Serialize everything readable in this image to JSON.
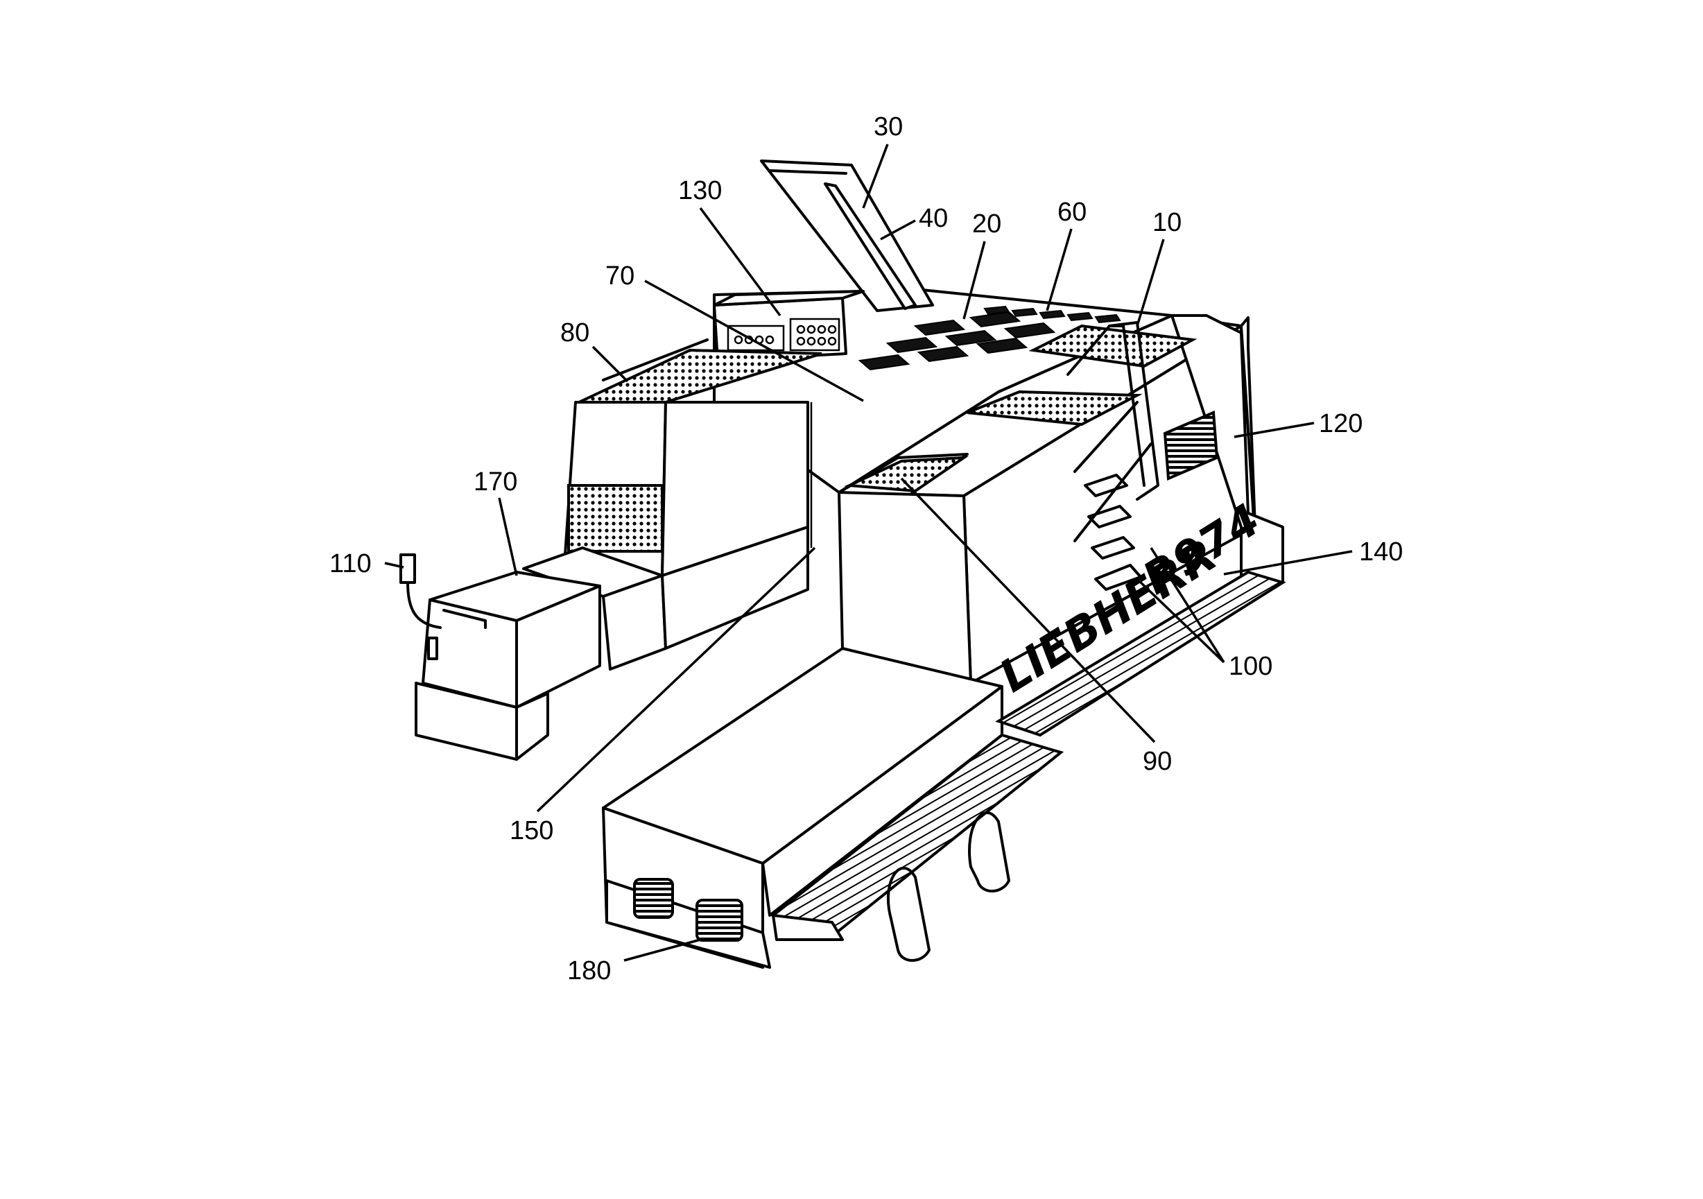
{
  "figure": {
    "logo_text": "LIEBHERR",
    "model_text": "R974",
    "reference_numerals": [
      {
        "id": "ref-30",
        "label": "30"
      },
      {
        "id": "ref-40",
        "label": "40"
      },
      {
        "id": "ref-130",
        "label": "130"
      },
      {
        "id": "ref-20",
        "label": "20"
      },
      {
        "id": "ref-60",
        "label": "60"
      },
      {
        "id": "ref-10",
        "label": "10"
      },
      {
        "id": "ref-70",
        "label": "70"
      },
      {
        "id": "ref-80",
        "label": "80"
      },
      {
        "id": "ref-120",
        "label": "120"
      },
      {
        "id": "ref-170",
        "label": "170"
      },
      {
        "id": "ref-140",
        "label": "140"
      },
      {
        "id": "ref-110",
        "label": "110"
      },
      {
        "id": "ref-100",
        "label": "100"
      },
      {
        "id": "ref-90",
        "label": "90"
      },
      {
        "id": "ref-150",
        "label": "150"
      },
      {
        "id": "ref-180",
        "label": "180"
      }
    ]
  }
}
